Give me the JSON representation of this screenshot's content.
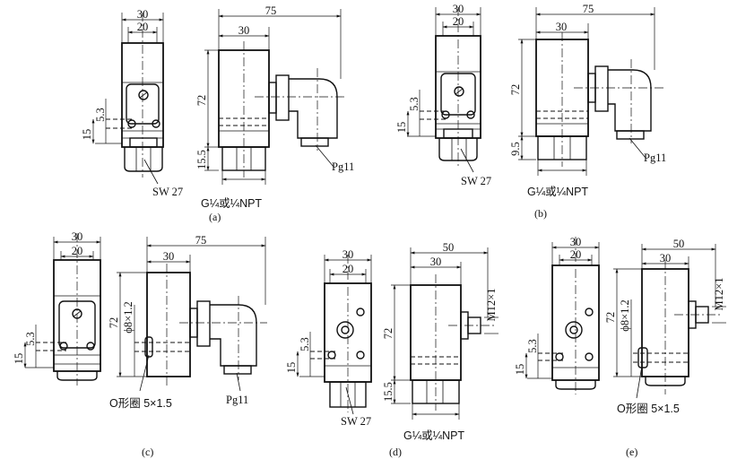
{
  "dimensions": {
    "w30": "30",
    "w20": "20",
    "w75": "75",
    "w50": "50",
    "h72": "72",
    "h15_5": "15.5",
    "h9_5": "9.5",
    "h5_3": "5.3",
    "h15": "15",
    "o_ring_dim": "ϕ8×1.2",
    "m12": "M12×1"
  },
  "labels": {
    "sw27": "SW 27",
    "pg11": "Pg11",
    "thread": "G¼或¼NPT",
    "o_ring": "O形圈 5×1.5"
  },
  "captions": [
    "(a)",
    "(b)",
    "(c)",
    "(d)",
    "(e)"
  ]
}
